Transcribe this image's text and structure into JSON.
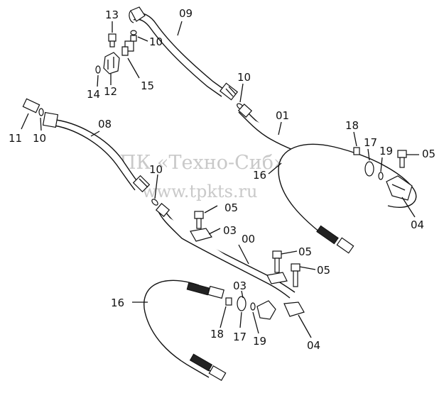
{
  "watermark": {
    "line1": "ТПК «Техно-Сиб»",
    "line2": "www.tpkts.ru"
  },
  "labels": {
    "p13": "13",
    "p09": "09",
    "p10a": "10",
    "p15": "15",
    "p12": "12",
    "p14": "14",
    "p10b": "10",
    "p01": "01",
    "p08": "08",
    "p11": "11",
    "p10c": "10",
    "p18a": "18",
    "p17a": "17",
    "p19a": "19",
    "p05a": "05",
    "p16a": "16",
    "p10d": "10",
    "p05b": "05",
    "p04a": "04",
    "p03a": "03",
    "p00": "00",
    "p05c": "05",
    "p05d": "05",
    "p16b": "16",
    "p03b": "03",
    "p18b": "18",
    "p17b": "17",
    "p19b": "19",
    "p04b": "04"
  }
}
